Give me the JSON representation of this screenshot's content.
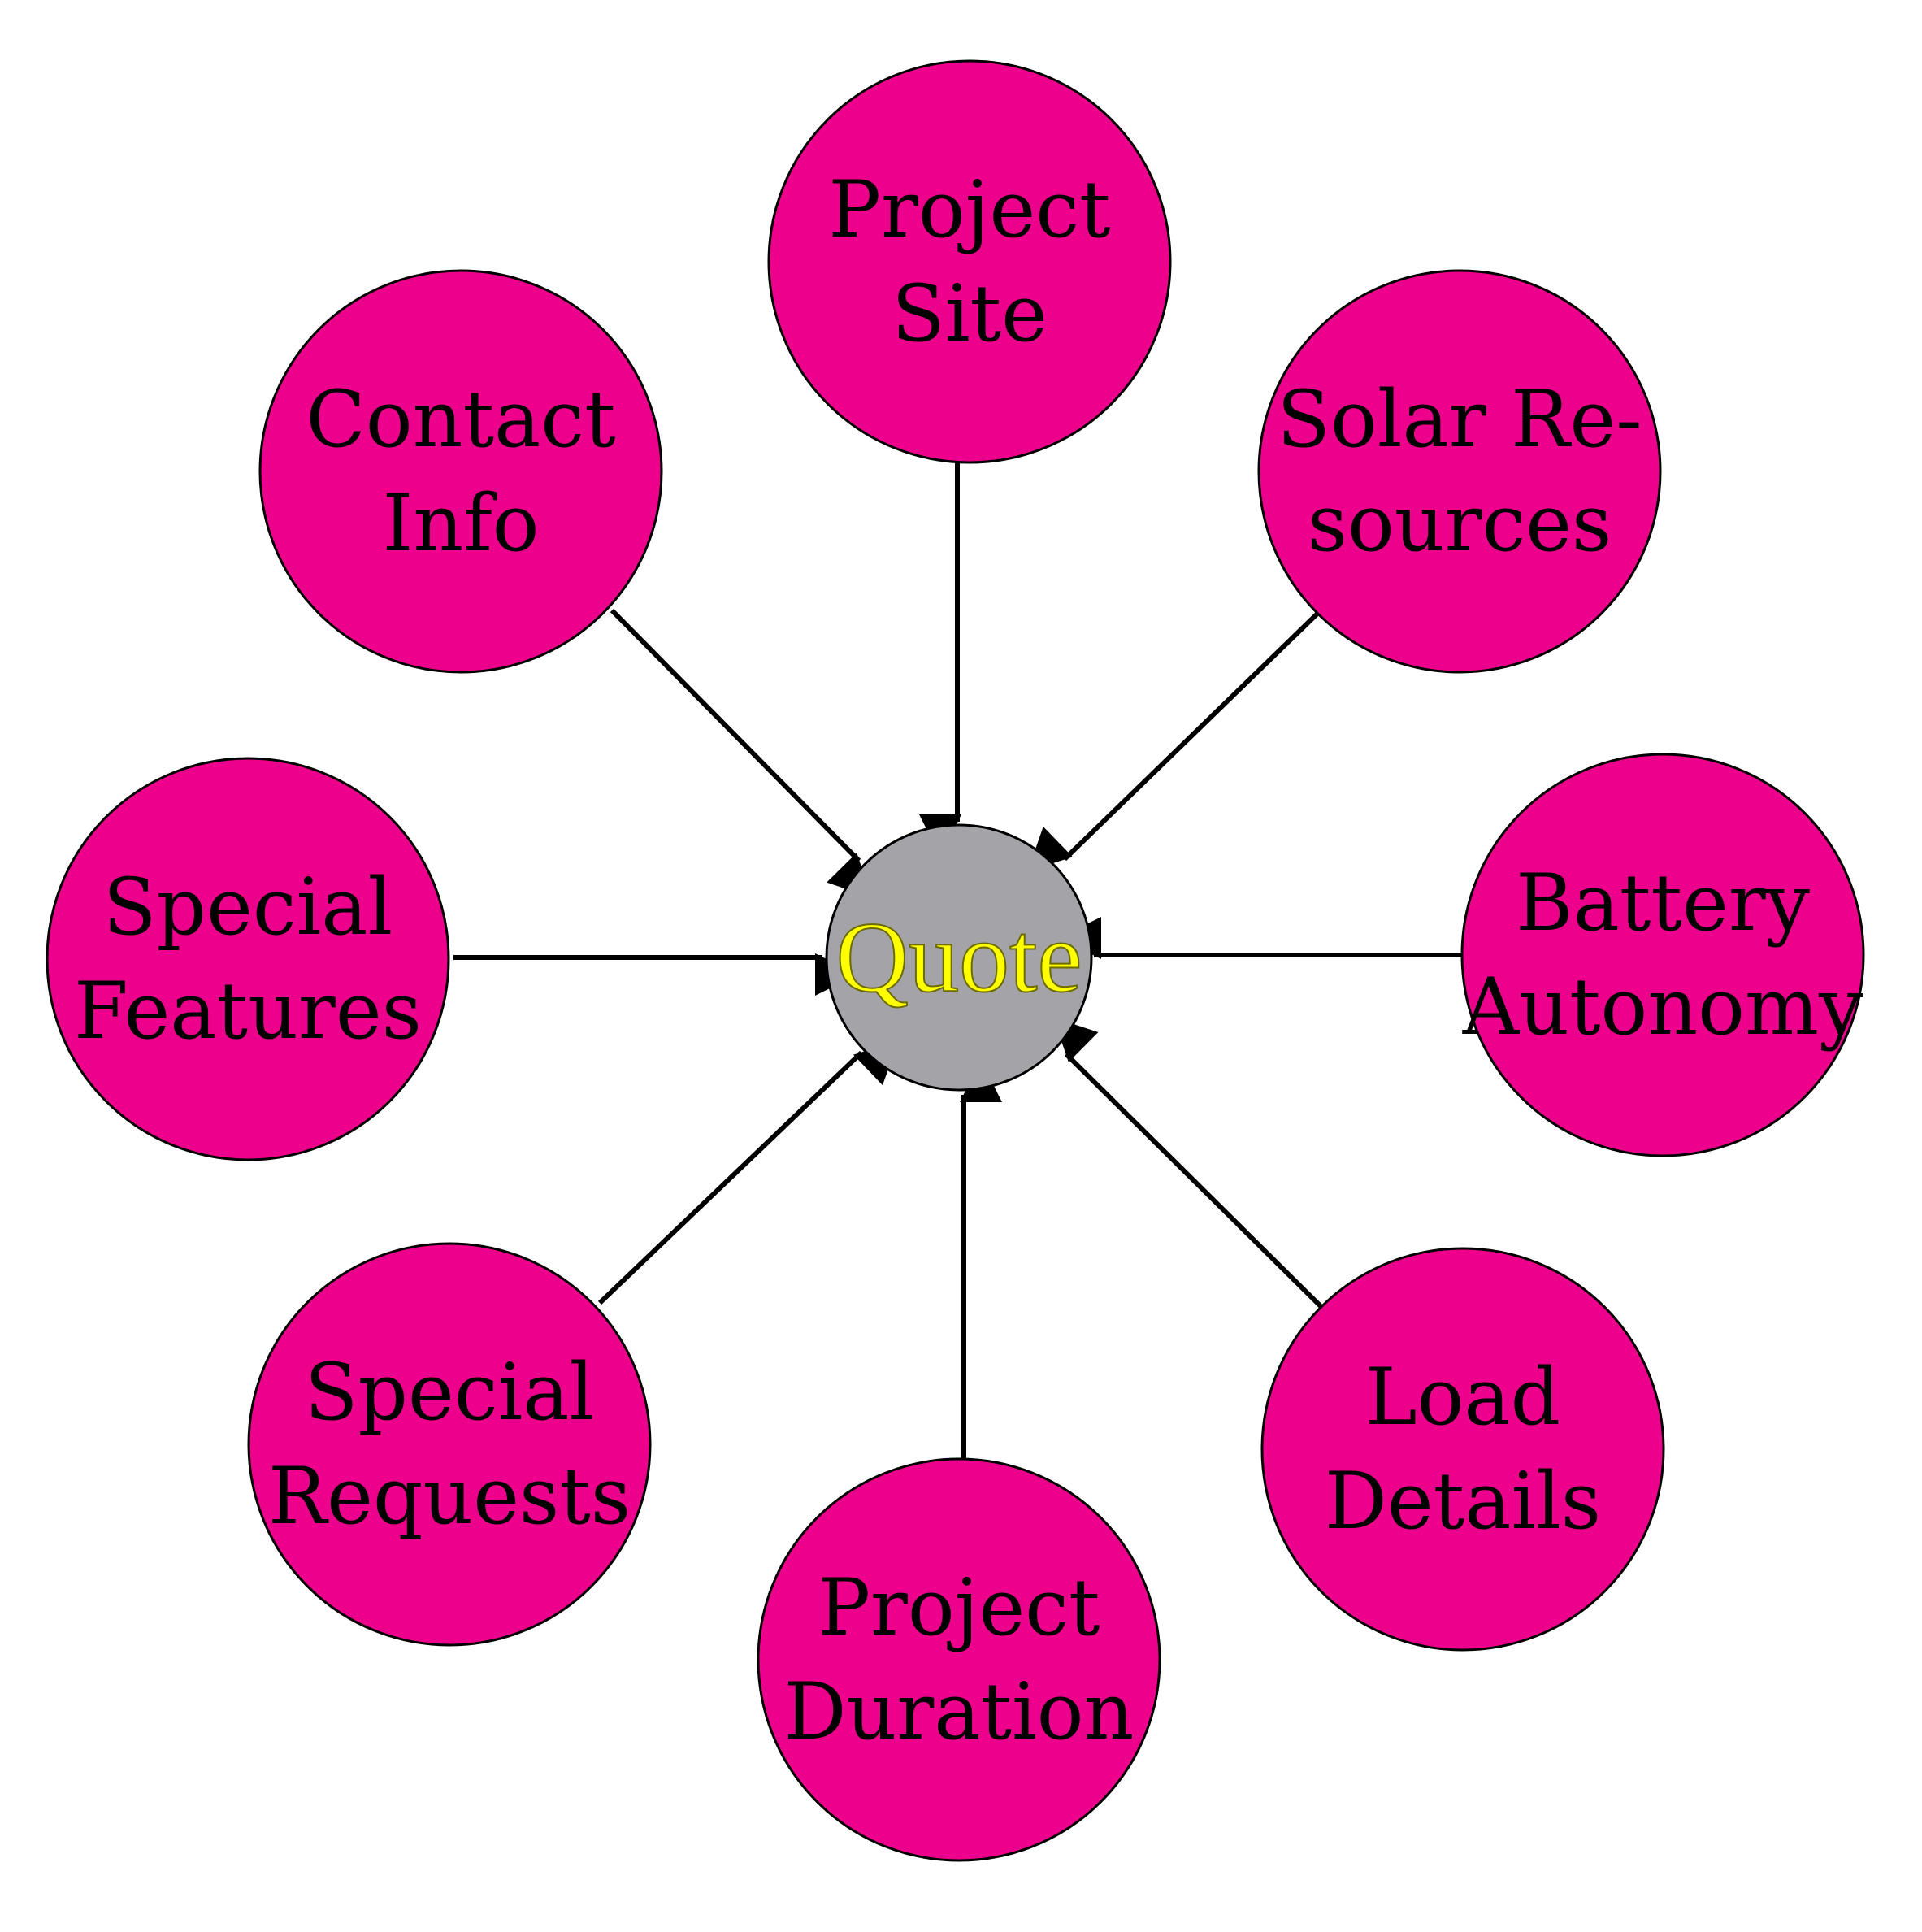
{
  "colors": {
    "node_fill": "#ec008c",
    "center_fill": "#a3a3a8",
    "center_text": "#ffff00",
    "stroke": "#000000",
    "background": "#ffffff"
  },
  "center": {
    "label": "Quote"
  },
  "nodes": [
    {
      "id": "project-site",
      "lines": [
        "Project",
        "Site"
      ]
    },
    {
      "id": "solar-resources",
      "lines": [
        "Solar Re-",
        "sources"
      ]
    },
    {
      "id": "battery-autonomy",
      "lines": [
        "Battery",
        "Autonomy"
      ]
    },
    {
      "id": "load-details",
      "lines": [
        "Load",
        "Details"
      ]
    },
    {
      "id": "project-duration",
      "lines": [
        "Project",
        "Duration"
      ]
    },
    {
      "id": "special-requests",
      "lines": [
        "Special",
        "Requests"
      ]
    },
    {
      "id": "special-features",
      "lines": [
        "Special",
        "Features"
      ]
    },
    {
      "id": "contact-info",
      "lines": [
        "Contact",
        "Info"
      ]
    }
  ]
}
